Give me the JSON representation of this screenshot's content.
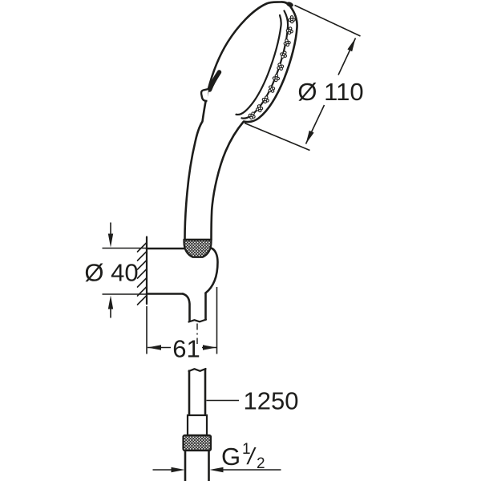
{
  "meta": {
    "depicts": "Technical dimension drawing of a hand shower with wall holder and shower hose"
  },
  "labels": {
    "head_diameter": "Ø 110",
    "holder_diameter": "Ø 40",
    "holder_depth": "61",
    "hose_length": "1250",
    "thread_g": "G",
    "thread_numerator": "1",
    "thread_slash": "/",
    "thread_denominator": "2"
  },
  "values": {
    "head_diameter_mm": 110,
    "holder_diameter_mm": 40,
    "holder_depth_mm": 61,
    "hose_length_mm": 1250,
    "thread_size": "G 1/2"
  },
  "colors": {
    "line": "#1d1d1b",
    "background": "#ffffff"
  }
}
